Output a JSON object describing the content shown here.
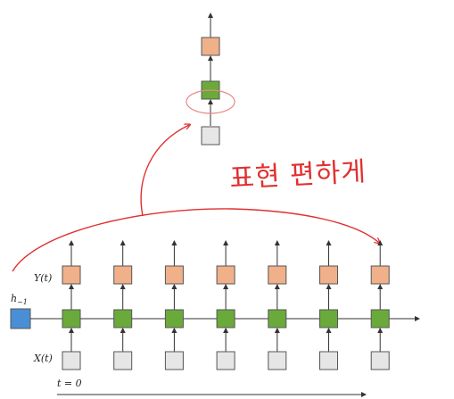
{
  "colors": {
    "output": "#f0b08a",
    "hidden": "#6aaa3a",
    "input": "#e6e6e6",
    "initial": "#4a8fd6",
    "annotation": "#e03030",
    "stroke": "#555555"
  },
  "labels": {
    "y": "Y(t)",
    "x": "X(t)",
    "h_base": "h",
    "h_sub": "−1",
    "t0": "t = 0"
  },
  "annotation": {
    "handwritten": "표현 편하게"
  },
  "unrolled": {
    "steps": 7
  }
}
